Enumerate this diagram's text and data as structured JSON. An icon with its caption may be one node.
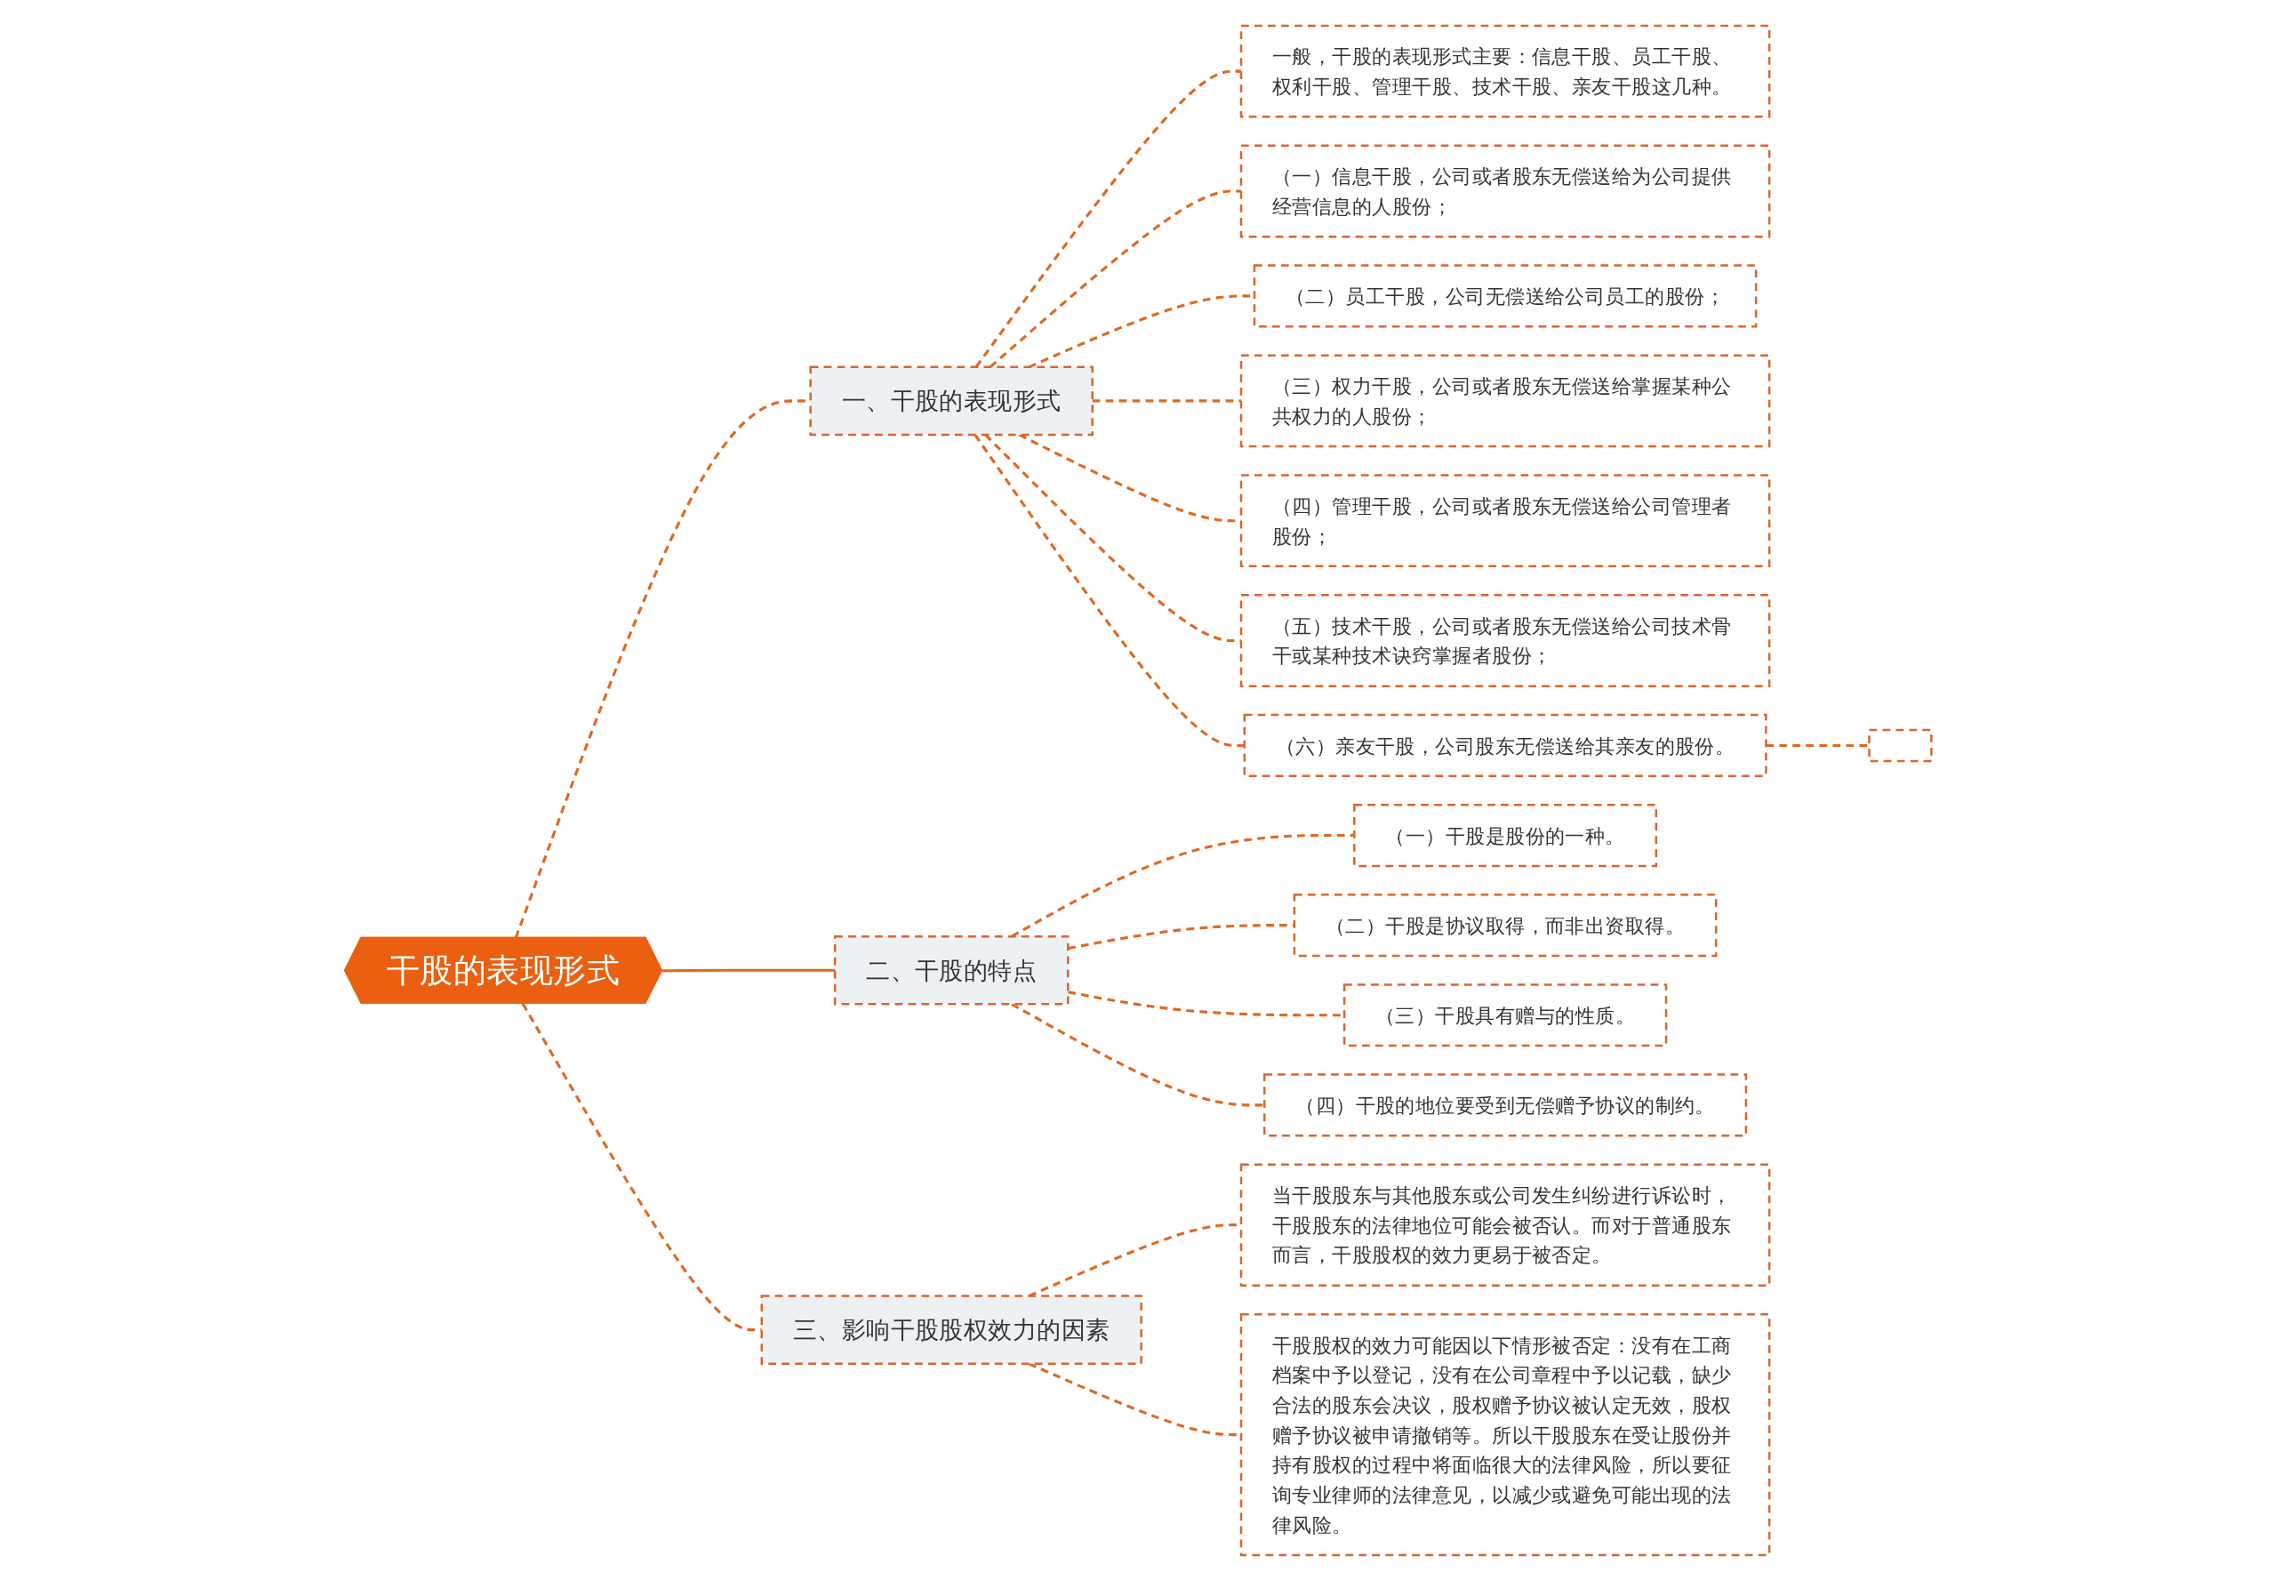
{
  "diagram": {
    "nodes": [
      {
        "text": [
          "干股的表现形式"
        ]
      },
      {
        "text": [
          "一、干股的表现形式"
        ]
      },
      {
        "text": [
          "一般，干股的表现形式主要：信息干股、员工干股、权利干股、管理干股、技术干股、亲友干股这几种。"
        ]
      },
      {
        "text": [
          "（一）信息干股，公司或者股东无偿送给为公司提供经营信息的人股份；"
        ]
      },
      {
        "text": [
          "（二）员工干股，公司无偿送给公司员工的股份；"
        ]
      },
      {
        "text": [
          "（三）权力干股，公司或者股东无偿送给掌握某种公共权力的人股份；"
        ]
      },
      {
        "text": [
          "（四）管理干股，公司或者股东无偿送给公司管理者股份；"
        ]
      },
      {
        "text": [
          "（五）技术干股，公司或者股东无偿送给公司技术骨干或某种技术诀窍掌握者股份；"
        ]
      },
      {
        "text": [
          "（六）亲友干股，公司股东无偿送给其亲友的股份。"
        ]
      },
      {
        "text": [],
        "shape": "box"
      },
      {
        "text": [
          "二、干股的特点"
        ]
      },
      {
        "text": [
          "（一）干股是股份的一种。"
        ]
      },
      {
        "text": [
          "（二）干股是协议取得，而非出资取得。"
        ]
      },
      {
        "text": [
          "（三）干股具有赠与的性质。"
        ]
      },
      {
        "text": [
          "（四）干股的地位要受到无偿赠予协议的制约。"
        ]
      },
      {
        "text": [
          "三、影响干股股权效力的因素"
        ]
      },
      {
        "text": [
          "当干股股东与其他股东或公司发生纠纷进行诉讼时，干股股东的法律地位可能会被否认。而对于普通股东而言，干股股权的效力更易于被否定。"
        ]
      },
      {
        "text": [
          "干股股权的效力可能因以下情形被否定：没有在工商档案中予以登记，没有在公司章程中予以记载，缺少合法的股东会决议，股权赠予协议被认定无效，股权赠予协议被申请撤销等。所以干股股东在受让股份并持有股权的过程中将面临很大的法律风险，所以要征询专业律师的法律意见，以减少或避免可能出现的法律风险。"
        ]
      }
    ],
    "edges": [
      {
        "from": 0,
        "to": 1,
        "arrow": "none",
        "style": "dashed"
      },
      {
        "from": 1,
        "to": 2,
        "arrow": "none",
        "style": "dashed"
      },
      {
        "from": 1,
        "to": 3,
        "arrow": "none",
        "style": "dashed"
      },
      {
        "from": 1,
        "to": 4,
        "arrow": "none",
        "style": "dashed"
      },
      {
        "from": 1,
        "to": 5,
        "arrow": "none",
        "style": "dashed"
      },
      {
        "from": 1,
        "to": 6,
        "arrow": "none",
        "style": "dashed"
      },
      {
        "from": 1,
        "to": 7,
        "arrow": "none",
        "style": "dashed"
      },
      {
        "from": 1,
        "to": 8,
        "arrow": "none",
        "style": "dashed"
      },
      {
        "from": 8,
        "to": 9,
        "arrow": "none",
        "style": "dashed"
      },
      {
        "from": 0,
        "to": 10,
        "arrow": "none"
      },
      {
        "from": 10,
        "to": 11,
        "arrow": "none",
        "style": "dashed"
      },
      {
        "from": 10,
        "to": 12,
        "arrow": "none",
        "style": "dashed"
      },
      {
        "from": 10,
        "to": 13,
        "arrow": "none",
        "style": "dashed"
      },
      {
        "from": 10,
        "to": 14,
        "arrow": "none",
        "style": "dashed"
      },
      {
        "from": 0,
        "to": 15,
        "arrow": "none",
        "style": "dashed"
      },
      {
        "from": 15,
        "to": 16,
        "arrow": "none",
        "style": "dashed"
      },
      {
        "from": 15,
        "to": 17,
        "arrow": "none",
        "style": "dashed"
      }
    ]
  }
}
